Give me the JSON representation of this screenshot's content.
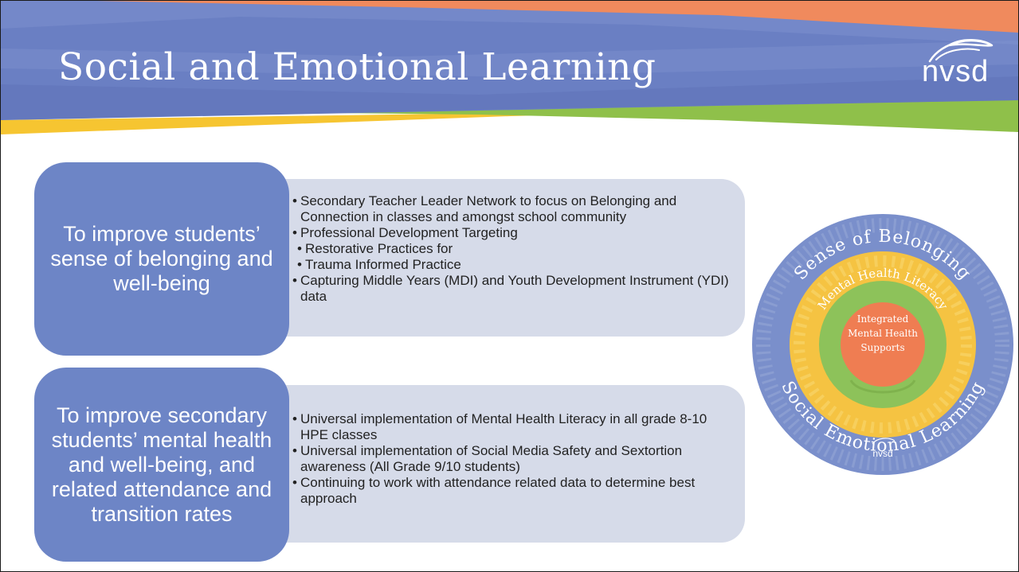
{
  "slide": {
    "title": "Social and Emotional Learning",
    "logo_text": "nvsd"
  },
  "goals": [
    {
      "label": "To improve students’ sense of belonging and well-being",
      "bullets": [
        {
          "text": "Secondary Teacher Leader Network to focus on Belonging and Connection in classes and amongst school community",
          "level": 1
        },
        {
          "text": "Professional Development Targeting",
          "level": 1
        },
        {
          "text": "Restorative Practices for",
          "level": 2
        },
        {
          "text": "Trauma Informed Practice",
          "level": 2
        },
        {
          "text": "Capturing Middle Years (MDI) and Youth Development Instrument (YDI) data",
          "level": 1
        }
      ]
    },
    {
      "label": "To improve secondary students’ mental health and well-being, and related attendance and transition rates",
      "bullets": [
        {
          "text": "Universal implementation of Mental Health Literacy in all grade 8-10 HPE classes",
          "level": 1
        },
        {
          "text": "Universal implementation of Social Media Safety and Sextortion awareness (All Grade 9/10 students)",
          "level": 1
        },
        {
          "text": "Continuing to work with attendance related data to determine best approach",
          "level": 1
        }
      ]
    }
  ],
  "wheel": {
    "outer_label": "Sense of Belonging",
    "outer_bottom_label": "Social Emotional Learning",
    "middle_label": "Mental Health Literacy",
    "center_line1": "Integrated",
    "center_line2": "Mental Health",
    "center_line3": "Supports",
    "logo_text": "nvsd"
  },
  "colors": {
    "header_blue": "#6a7fc3",
    "accent_orange": "#f08a5d",
    "accent_green": "#8fc04a",
    "accent_yellow": "#f6c531",
    "goal_box": "#6d85c6",
    "panel": "#d6dbe9",
    "ring_blue": "#7a8fcb",
    "ring_yellow": "#f5c342",
    "ring_green": "#8dc25a",
    "center_orange": "#ef7d52"
  }
}
